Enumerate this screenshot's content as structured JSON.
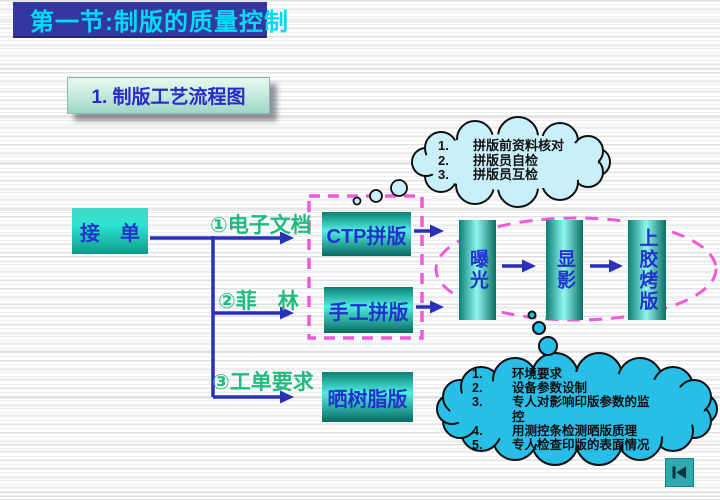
{
  "title_bar": {
    "text": "第一节:制版的质量控制"
  },
  "subtitle": {
    "text": "1. 制版工艺流程图"
  },
  "flowchart": {
    "start_box": {
      "label": "接　单"
    },
    "branches": [
      {
        "label": "①电子文档"
      },
      {
        "label": "②菲　林"
      },
      {
        "label": "③工单要求"
      }
    ],
    "process_boxes": [
      {
        "label": "CTP拼版"
      },
      {
        "label": "手工拼版"
      },
      {
        "label": "晒树脂版"
      }
    ],
    "stages": [
      {
        "label": "曝光"
      },
      {
        "label": "显影"
      },
      {
        "label": "上胶烤版"
      }
    ]
  },
  "top_cloud": {
    "items": [
      {
        "n": "1.",
        "t": "拼版前资料核对"
      },
      {
        "n": "2.",
        "t": "拼版员自检"
      },
      {
        "n": "3.",
        "t": "拼版员互检"
      }
    ]
  },
  "bottom_cloud": {
    "items": [
      {
        "n": "1.",
        "t": "环境要求"
      },
      {
        "n": "2.",
        "t": "设备参数设制"
      },
      {
        "n": "3.",
        "t": "专人对影响印版参数的监控"
      },
      {
        "n": "4.",
        "t": "用测控条检测晒版质理"
      },
      {
        "n": "5.",
        "t": "专人检查印版的表面情况"
      }
    ]
  },
  "nav": {
    "back_button": "skip-to-start"
  },
  "colors": {
    "title_bg": "#3437A0",
    "title_text": "#00DBF5",
    "box_text_blue": "#2233CC",
    "label_green": "#1FBC7E",
    "arrow_blue": "#2A31B8",
    "dash_magenta": "#F05AD8",
    "cloud_light": "#C9EFF8",
    "cloud_vivid": "#29BEE8",
    "nav_button_bg": "#2EAAAE"
  }
}
